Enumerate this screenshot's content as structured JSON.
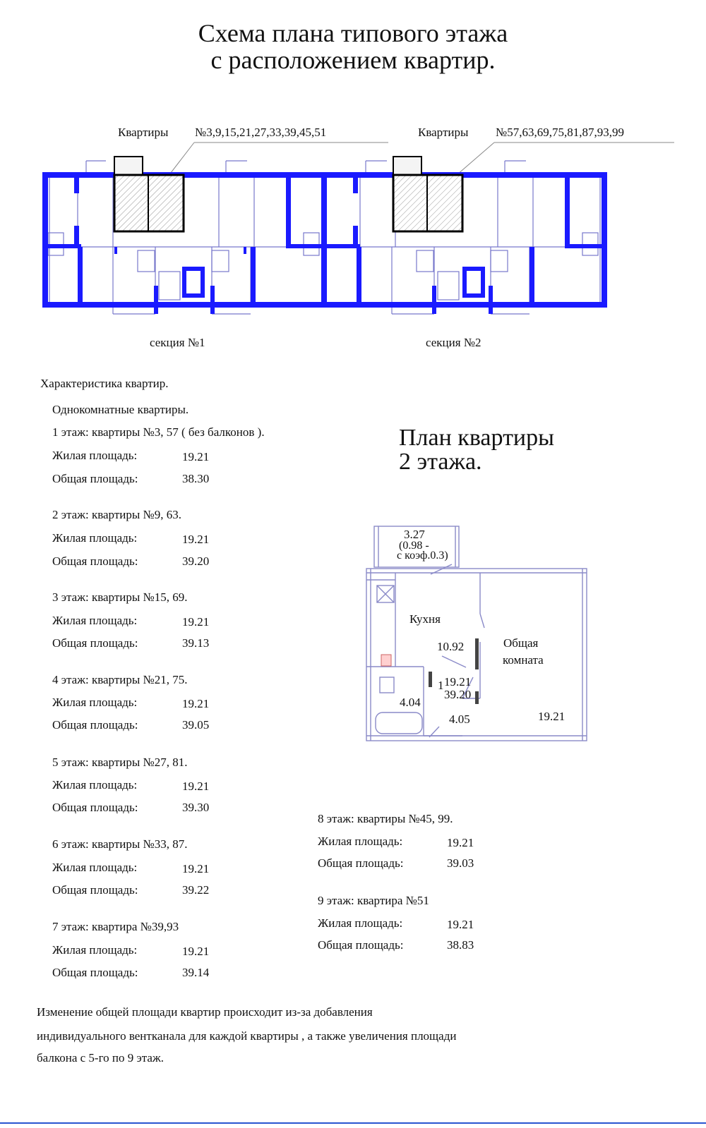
{
  "title": {
    "line1": "Схема плана типового этажа",
    "line2": "с расположением квартир."
  },
  "floor_plan": {
    "left_label": "Квартиры",
    "left_numbers": "№3,9,15,21,27,33,39,45,51",
    "right_label": "Квартиры",
    "right_numbers": "№57,63,69,75,81,87,93,99",
    "section1": "секция №1",
    "section2": "секция №2",
    "wall_color": "#1a1aff",
    "highlight_color": "#000000"
  },
  "characteristics": {
    "heading": "Характеристика квартир.",
    "subheading": "Однокомнатные квартиры.",
    "living_label": "Жилая площадь:",
    "total_label": "Общая площадь:",
    "left_floors": [
      {
        "title": "1 этаж: квартиры №3, 57 ( без балконов ).",
        "living": "19.21",
        "total": "38.30"
      },
      {
        "title": "2 этаж: квартиры №9, 63.",
        "living": "19.21",
        "total": "39.20"
      },
      {
        "title": "3 этаж: квартиры №15, 69.",
        "living": "19.21",
        "total": "39.13"
      },
      {
        "title": "4 этаж: квартиры №21, 75.",
        "living": "19.21",
        "total": "39.05"
      },
      {
        "title": "5 этаж: квартиры №27, 81.",
        "living": "19.21",
        "total": "39.30"
      },
      {
        "title": "6 этаж: квартиры №33, 87.",
        "living": "19.21",
        "total": "39.22"
      },
      {
        "title": "7 этаж: квартира №39,93",
        "living": "19.21",
        "total": "39.14"
      }
    ],
    "right_floors": [
      {
        "title": "8 этаж: квартиры №45, 99.",
        "living": "19.21",
        "total": "39.03"
      },
      {
        "title": "9 этаж: квартира №51",
        "living": "19.21",
        "total": "38.83"
      }
    ]
  },
  "apartment_plan": {
    "title_line1": "План квартиры",
    "title_line2": "2 этажа.",
    "balcony_area": "3.27",
    "balcony_note1": "(0.98 -",
    "balcony_note2": "с коэф.0.3)",
    "kitchen_label": "Кухня",
    "kitchen_area": "10.92",
    "room_label1": "Общая",
    "room_label2": "комната",
    "room_area": "19.21",
    "rooms_count": "1",
    "summary_living": "19.21",
    "summary_total": "39.20",
    "bath_area": "4.04",
    "hall_area": "4.05"
  },
  "footnote": {
    "line1": "Изменение общей площади квартир происходит из-за добавления",
    "line2": "индивидуального вентканала для каждой квартиры , а также увеличения площади",
    "line3": "балкона с 5-го по 9 этаж."
  }
}
